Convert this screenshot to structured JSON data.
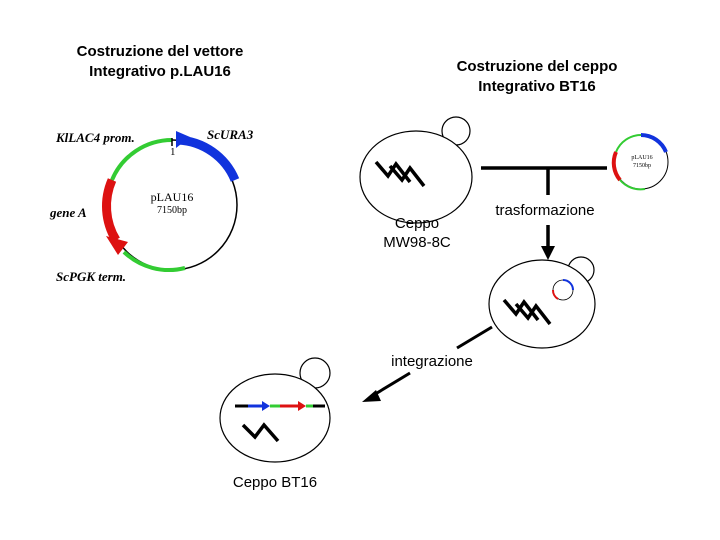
{
  "headings": {
    "vector_line1": "Costruzione del vettore",
    "vector_line2": "Integrativo p.LAU16",
    "strain_line1": "Costruzione del ceppo",
    "strain_line2": "Integrativo BT16"
  },
  "plasmid": {
    "name": "pLAU16",
    "size": "7150bp",
    "origin_mark": "1",
    "features": {
      "promoter": "KlLAC4 prom.",
      "marker": "ScURA3",
      "gene": "gene A",
      "terminator": "ScPGK term."
    }
  },
  "cells": {
    "host_line1": "Ceppo",
    "host_line2": "MW98-8C",
    "final": "Ceppo BT16"
  },
  "steps": {
    "transformation": "trasformazione",
    "integration": "integrazione"
  },
  "colors": {
    "promoter": "#33cc33",
    "gene": "#dd1111",
    "marker": "#1133dd",
    "backbone": "#000000"
  }
}
